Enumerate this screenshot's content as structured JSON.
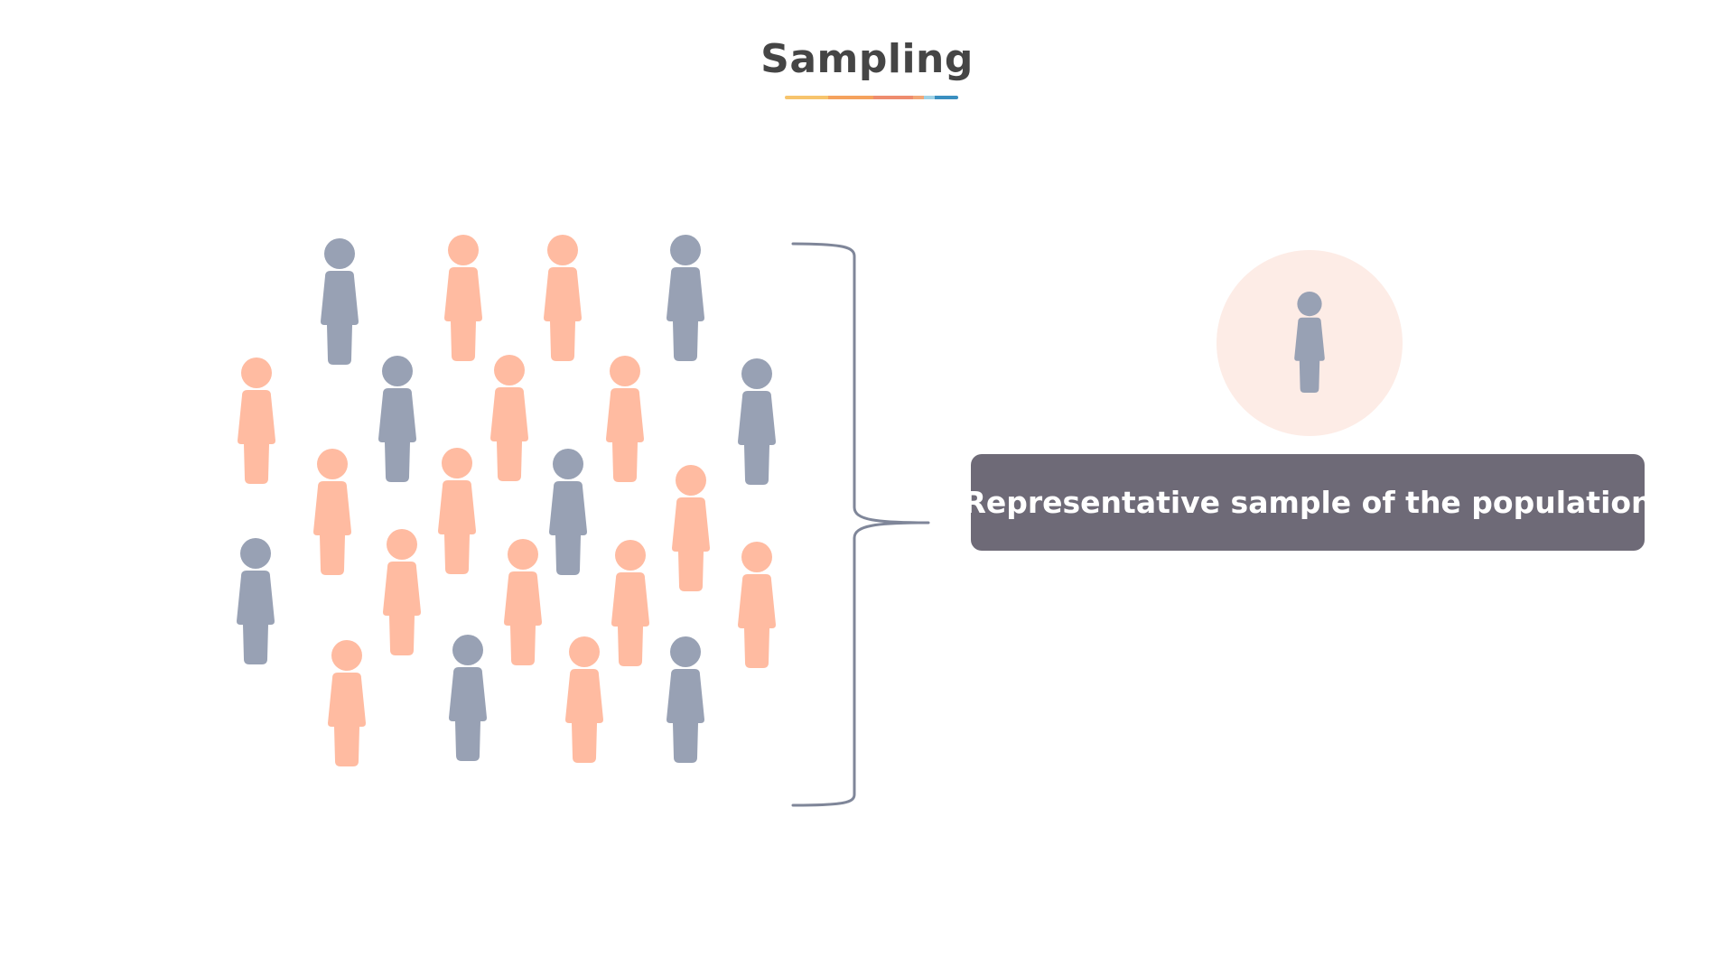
{
  "title": "Sampling",
  "sample_label": "Representative sample of the population",
  "colors": {
    "background": "#ffffff",
    "title_text": "#454545",
    "person_gray": "#98a1b4",
    "person_peach": "#ffbba1",
    "bracket": "#7f8699",
    "sample_circle": "#fdece6",
    "sample_box": "#6e6a77",
    "sample_box_text": "#ffffff",
    "underline": [
      "#f7c46c",
      "#f5a25d",
      "#ee8c6e",
      "#f2a777",
      "#9fd2e6",
      "#3a8fc0"
    ]
  },
  "icons": {
    "person": "person-icon",
    "bracket": "curly-brace-icon"
  },
  "population": [
    "gray",
    "peach",
    "peach",
    "gray",
    "peach",
    "gray",
    "peach",
    "peach",
    "gray",
    "peach",
    "peach",
    "gray",
    "peach",
    "gray",
    "peach",
    "peach",
    "peach",
    "peach",
    "peach",
    "gray",
    "peach",
    "gray"
  ],
  "sample_person_color": "gray"
}
